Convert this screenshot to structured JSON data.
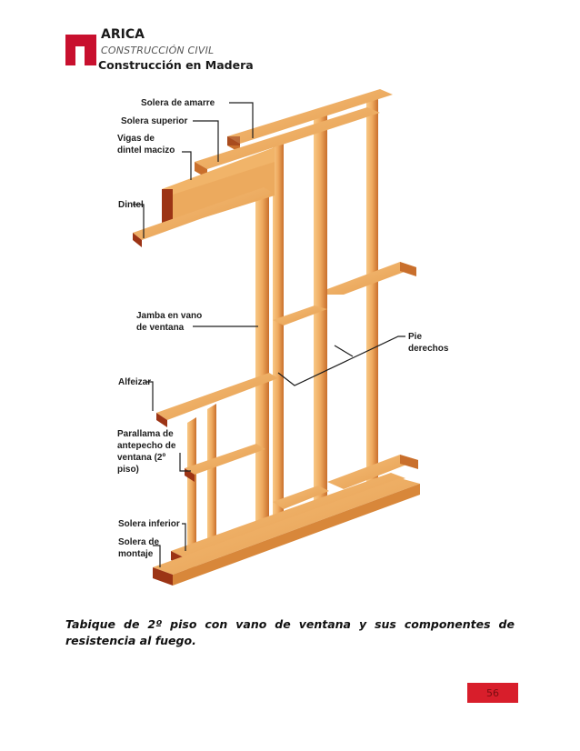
{
  "header": {
    "brand": "ARICA",
    "subtitle": "CONSTRUCCIÓN CIVIL",
    "document": "Construcción en Madera"
  },
  "figure": {
    "labels": {
      "solera_amarre": "Solera de amarre",
      "solera_superior": "Solera superior",
      "vigas_dintel_1": "Vigas de",
      "vigas_dintel_2": "dintel macizo",
      "dintel": "Dintel",
      "jamba_1": "Jamba en vano",
      "jamba_2": "de ventana",
      "pie_1": "Pie",
      "pie_2": "derechos",
      "alfeizar": "Alfeizar",
      "parallama_1": "Parallama de",
      "parallama_2": "antepecho de",
      "parallama_3": "ventana (2º",
      "parallama_4": "piso)",
      "solera_inferior": "Solera inferior",
      "solera_montaje_1": "Solera de",
      "solera_montaje_2": "montaje"
    },
    "colors": {
      "wood_light": "#f4b870",
      "wood_mid": "#e39a4c",
      "wood_dark": "#b8531c",
      "end_grain": "#8a2a10"
    }
  },
  "caption": "Tabique de 2º piso con vano de ventana y sus componentes de resistencia al fuego.",
  "page_number": "56"
}
